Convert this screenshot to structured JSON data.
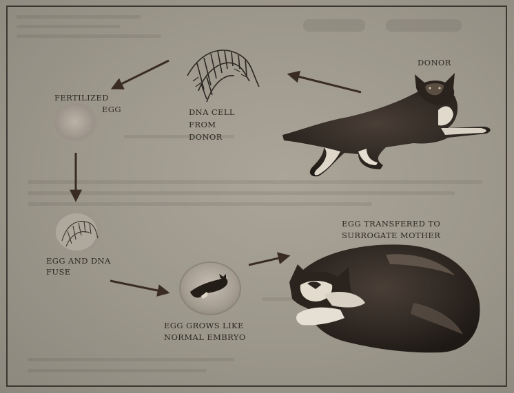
{
  "diagram": {
    "labels": {
      "donor": "DONOR",
      "dna_cell_line1": "DNA CELL",
      "dna_cell_line2": "FROM",
      "dna_cell_line3": "DONOR",
      "fertilized_line1": "FERTILIZED",
      "fertilized_line2": "EGG",
      "fuse_line1": "EGG AND DNA",
      "fuse_line2": "FUSE",
      "grows_line1": "EGG GROWS LIKE",
      "grows_line2": "NORMAL EMBRYO",
      "surrogate_line1": "EGG TRANSFERED TO",
      "surrogate_line2": "SURROGATE MOTHER"
    },
    "colors": {
      "paper": "#9c978b",
      "ink": "#2c2924",
      "arrow": "#3a2c22",
      "frame": "#3b3832"
    },
    "icons": [
      "dna-helix-icon",
      "donor-cat-image",
      "fertilized-egg-icon",
      "fused-egg-icon",
      "embryo-egg-icon",
      "surrogate-cat-image",
      "arrow-icon"
    ]
  }
}
